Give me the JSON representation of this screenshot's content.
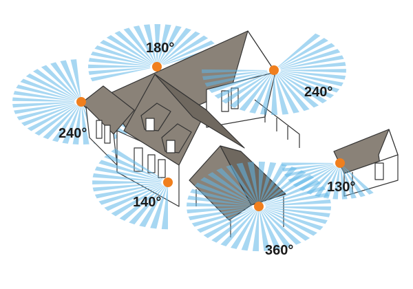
{
  "colors": {
    "ray": "#5fb7e8",
    "ray_fade": "#ffffff",
    "sensor": "#f07f1e",
    "roof": "#8a8278",
    "roof_dark": "#6f685f",
    "wall": "#ffffff",
    "outline": "#333333"
  },
  "sensors": [
    {
      "name": "roof-top",
      "label": "180°",
      "coverage_deg": 180
    },
    {
      "name": "roof-right",
      "label": "240°",
      "coverage_deg": 240
    },
    {
      "name": "left-corner",
      "label": "240°",
      "coverage_deg": 240
    },
    {
      "name": "front",
      "label": "140°",
      "coverage_deg": 140
    },
    {
      "name": "carport",
      "label": "360°",
      "coverage_deg": 360
    },
    {
      "name": "shed",
      "label": "130°",
      "coverage_deg": 130
    }
  ]
}
